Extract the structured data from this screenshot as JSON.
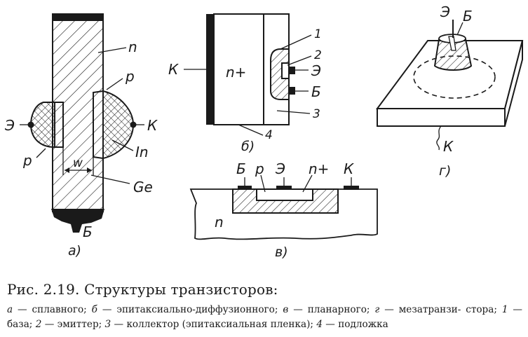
{
  "figure_a": {
    "n": "n",
    "p_top": "p",
    "p_bottom": "p",
    "emitter": "Э",
    "collector": "К",
    "indium": "In",
    "width": "w",
    "germanium": "Ge",
    "base": "Б",
    "sub": "а)"
  },
  "figure_b": {
    "collector": "К",
    "nplus": "n+",
    "l1": "1",
    "l2": "2",
    "l3": "3",
    "l4": "4",
    "emitter": "Э",
    "base": "Б",
    "sub": "б)"
  },
  "figure_c": {
    "base": "Б",
    "p": "p",
    "emitter": "Э",
    "nplus": "n+",
    "collector": "К",
    "n": "n",
    "sub": "в)"
  },
  "figure_d": {
    "emitter": "Э",
    "base": "Б",
    "collector": "К",
    "sub": "г)"
  },
  "caption": {
    "title": "Рис. 2.19. Структуры  транзисторов:",
    "items": [
      {
        "letter": "а",
        "text": " — сплавного; "
      },
      {
        "letter": "б",
        "text": " — эпитаксиально-диффузионного; "
      },
      {
        "letter": "в",
        "text": " — планарного; "
      },
      {
        "letter": "г",
        "text": " — мезатранзи- стора; "
      },
      {
        "letter": "1",
        "text": " — база; "
      },
      {
        "letter": "2",
        "text": " — эмиттер; "
      },
      {
        "letter": "3",
        "text": " — коллектор (эпитаксиальная пленка); "
      },
      {
        "letter": "4",
        "text": " — подложка"
      }
    ]
  }
}
